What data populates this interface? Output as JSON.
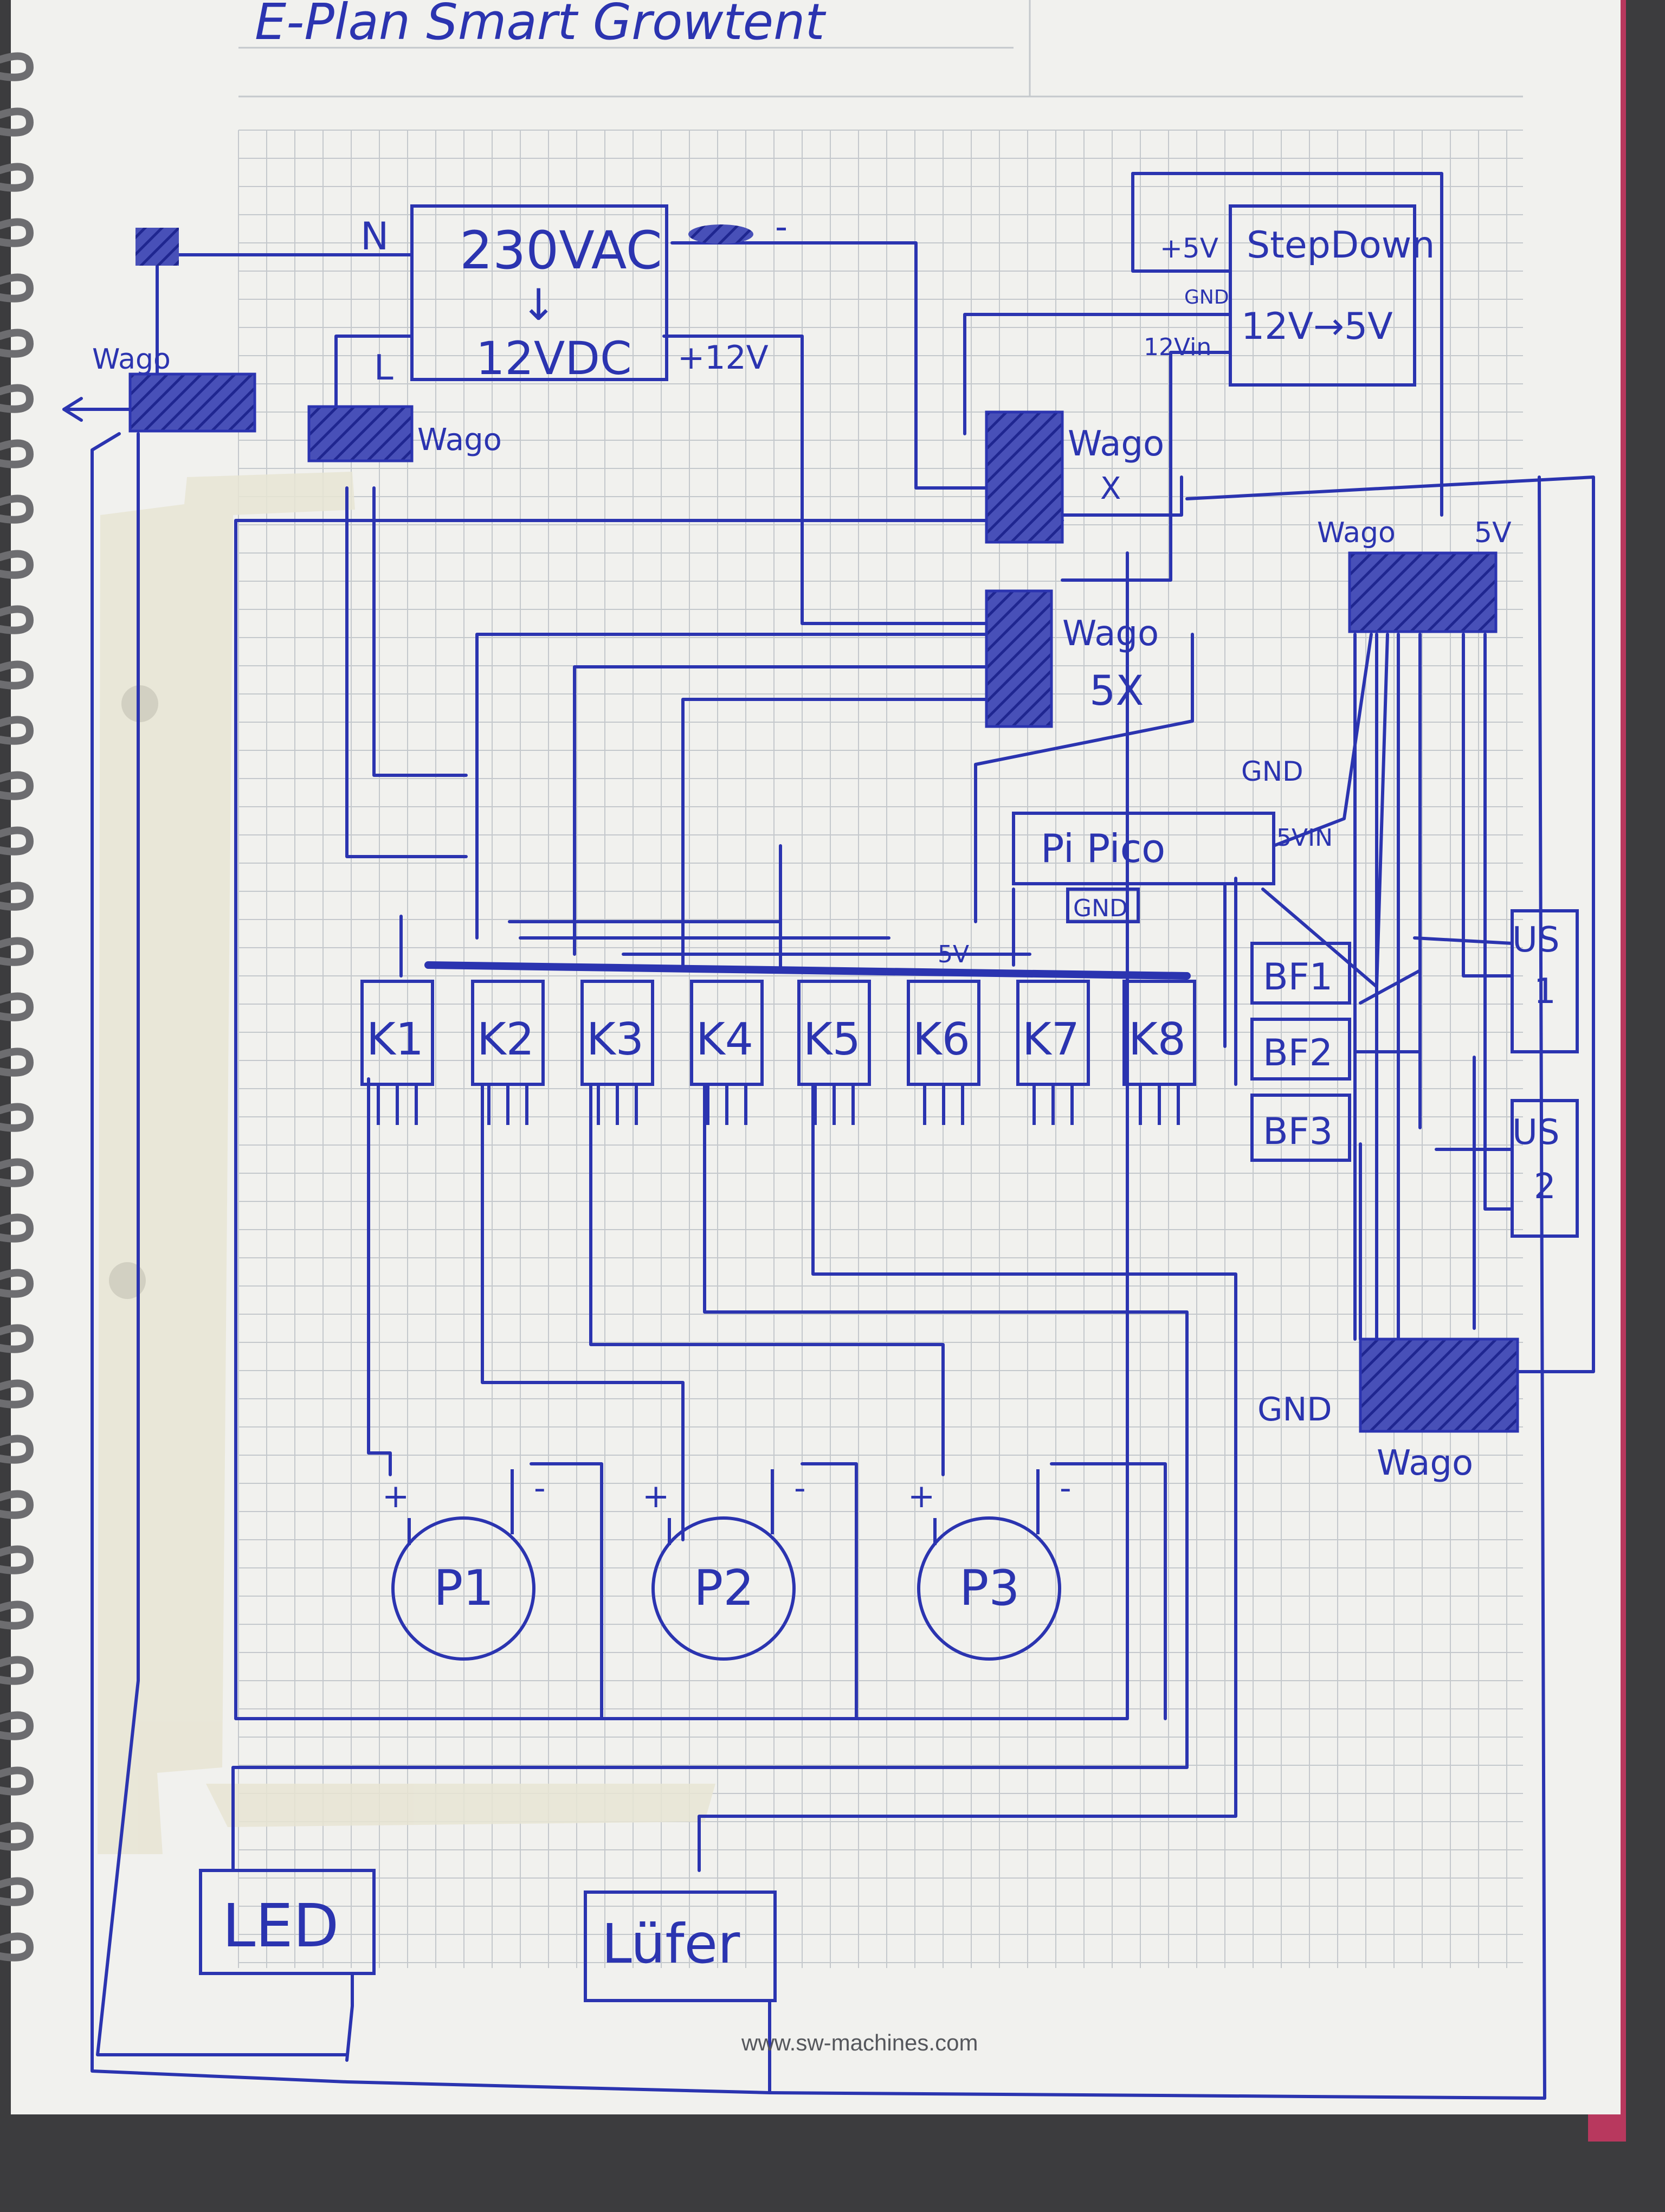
{
  "page": {
    "title": "E-Plan Smart Growtent",
    "watermark": "www.sw-machines.com"
  },
  "colors": {
    "ink": "#2b34b0",
    "paper": "#f1f1ee",
    "grid": "#c4c8cc",
    "tape": "#e8e5d3",
    "background": "#3c3c3e",
    "cover_edge": "#b8385e"
  },
  "labels": {
    "n": "N",
    "l": "L",
    "psu_in": "230VAC",
    "psu_arrow": "↓",
    "psu_out": "12VDC",
    "plus12v": "+12V",
    "minus": "-",
    "wago": "Wago",
    "wago_x": "X",
    "wago_5x": "5X",
    "stepdown_title": "StepDown",
    "stepdown_ratio": "12V→5V",
    "stepdown_5v": "+5V",
    "stepdown_gnd": "GND",
    "stepdown_12vin": "12Vin",
    "wago_5v": "5V",
    "gnd": "GND",
    "pico": "Pi Pico",
    "pico_5vin": "5VIN",
    "pico_gnd": "GND",
    "rail_5v": "5V",
    "relays": [
      "K1",
      "K2",
      "K3",
      "K4",
      "K5",
      "K6",
      "K7",
      "K8"
    ],
    "sensors": [
      "BF1",
      "BF2",
      "BF3"
    ],
    "us1": [
      "US",
      "1"
    ],
    "us2": [
      "US",
      "2"
    ],
    "wago_gnd": "GND",
    "pumps": [
      "P1",
      "P2",
      "P3"
    ],
    "plus": "+",
    "led": "LED",
    "fan": "Lüfer"
  }
}
